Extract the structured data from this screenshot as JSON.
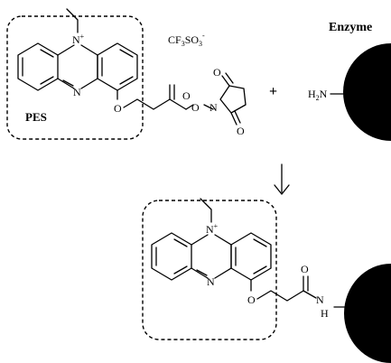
{
  "labels": {
    "reagent_name": "PES",
    "counter_ion": "CF3SO3-",
    "plus_sign": "+",
    "enzyme_title": "Enzyme",
    "arrow_glyph": "↓"
  },
  "atoms": {
    "n_plus": "N+",
    "n": "N",
    "o": "O",
    "nh": "NH",
    "h2n": "H2N"
  }
}
